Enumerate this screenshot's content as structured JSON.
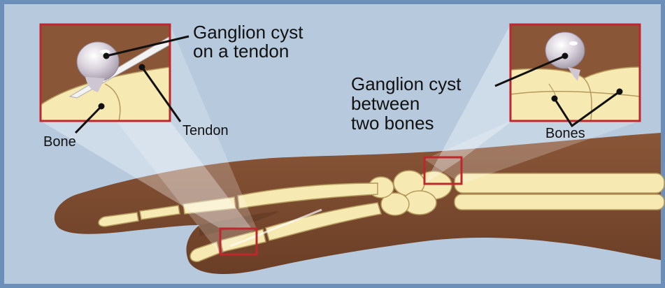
{
  "colors": {
    "background": "#b7cadd",
    "frame": "#6b8fb8",
    "skin": "#7a4a30",
    "skin_shadow": "#5a341f",
    "bone": "#f6e9b2",
    "bone_outline": "#b59a5e",
    "highlight_box": "#c0272d",
    "cyst": "#d9d2dc",
    "leader": "#111111"
  },
  "labels": {
    "cyst_tendon_line1": "Ganglion cyst",
    "cyst_tendon_line2": "on a tendon",
    "tendon": "Tendon",
    "bone": "Bone",
    "cyst_bones_line1": "Ganglion cyst",
    "cyst_bones_line2": "between",
    "cyst_bones_line3": "two bones",
    "bones": "Bones"
  }
}
